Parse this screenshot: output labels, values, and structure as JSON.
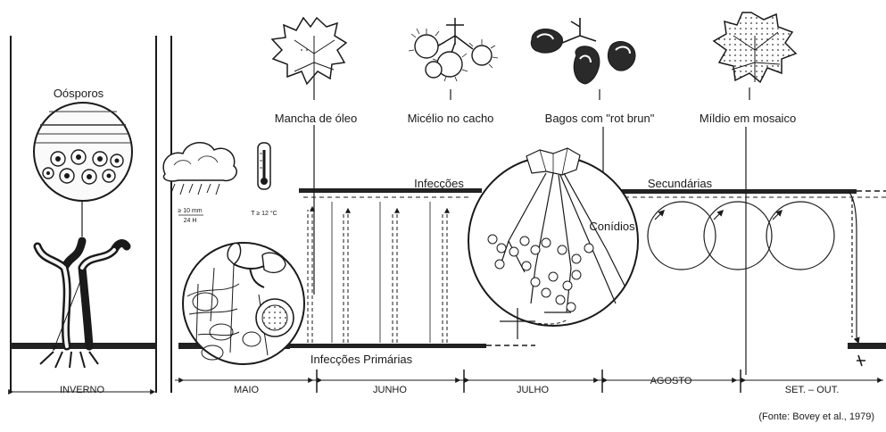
{
  "labels": {
    "oosporos": "Oósporos",
    "mancha": "Mancha de óleo",
    "micelio": "Micélio no cacho",
    "bagos": "Bagos com \"rot brun\"",
    "mildio": "Míldio em mosaico",
    "infeccoes": "Infecções",
    "secundarias": "Secundárias",
    "conidios": "Conídios",
    "infeccoes_primarias": "Infecções Primárias",
    "rain_top": "≥ 10 mm",
    "rain_bottom": "24 H",
    "temperature": "T ≥ 12 °C",
    "source": "(Fonte: Bovey et al., 1979)"
  },
  "months": [
    "INVERNO",
    "MAIO",
    "JUNHO",
    "JULHO",
    "AGOSTO",
    "SET. – OUT."
  ],
  "icons": {
    "leaf": "grape-leaf-icon",
    "cluster": "grape-cluster-icon",
    "rain": "rain-cloud-icon",
    "thermometer": "thermometer-icon",
    "vine": "grapevine-trunk-icon"
  }
}
